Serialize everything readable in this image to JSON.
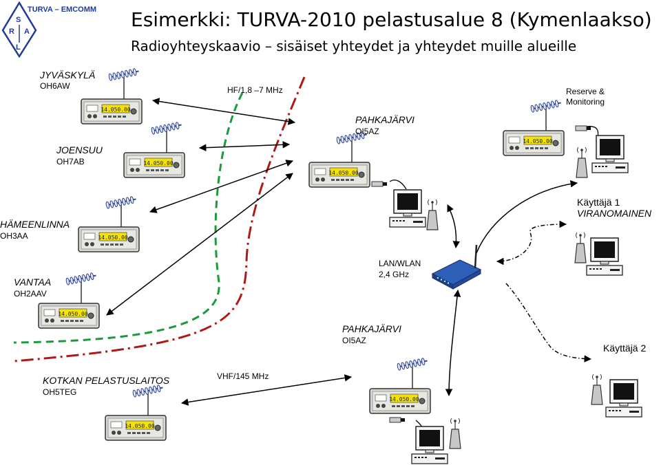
{
  "header": {
    "logo_text": "TURVA – EMCOMM",
    "logo_letters": [
      "R",
      "S",
      "A",
      "L"
    ],
    "title": "Esimerkki: TURVA-2010 pelastusalue 8 (Kymenlaakso)",
    "subtitle": "Radioyhteyskaavio – sisäiset yhteydet ja yhteydet muille alueille"
  },
  "stations": {
    "jyvaskyla": {
      "name": "JYVÄSKYLÄ",
      "call": "OH6AW"
    },
    "joensuu": {
      "name": "JOENSUU",
      "call": "OH7AB"
    },
    "hameenlinna": {
      "name": "HÄMEENLINNA",
      "call": "OH3AA"
    },
    "vantaa": {
      "name": "VANTAA",
      "call": "OH2AAV"
    },
    "kotka": {
      "name": "KOTKAN PELASTUSLAITOS",
      "call": "OH5TEG"
    },
    "pahkajarvi_hf": {
      "name": "PAHKAJÄRVI",
      "call": "OI5AZ"
    },
    "pahkajarvi_vhf": {
      "name": "PAHKAJÄRVI",
      "call": "OI5AZ"
    }
  },
  "labels": {
    "hf_band": "HF/1,8 –7 MHz",
    "vhf_band": "VHF/145 MHz",
    "reserve_line1": "Reserve &",
    "reserve_line2": "Monitoring",
    "user1_line1": "Käyttäjä 1",
    "user1_line2": "VIRANOMAINEN",
    "user2": "Käyttäjä 2",
    "lan_line1": "LAN/WLAN",
    "lan_line2": "2,4 GHz"
  },
  "radio_display": "14.050.00",
  "colors": {
    "hf_boundary": "#1a9a3a",
    "vhf_boundary": "#b01818",
    "radio_display": "#f6e400",
    "router": "#2e5fb8",
    "logo": "#1f3a9a"
  }
}
